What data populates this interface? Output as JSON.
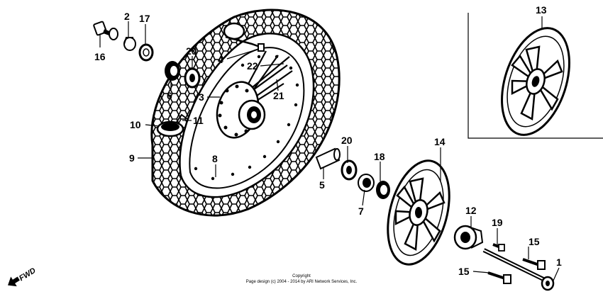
{
  "labels": {
    "l1": "1",
    "l2": "2",
    "l3": "3",
    "l4": "4",
    "l5": "5",
    "l6": "6",
    "l7": "7",
    "l8": "8",
    "l9": "9",
    "l10": "10",
    "l11": "11",
    "l12": "12",
    "l13": "13",
    "l14": "14",
    "l15a": "15",
    "l15b": "15",
    "l16": "16",
    "l17": "17",
    "l18": "18",
    "l19": "19",
    "l20a": "20",
    "l20b": "20",
    "l21": "21",
    "l22": "22"
  },
  "direction_label": "FWD",
  "copyright": {
    "line1": "Copyright",
    "line2": "Page design (c) 2004 - 2014 by ARI Network Services, Inc."
  }
}
